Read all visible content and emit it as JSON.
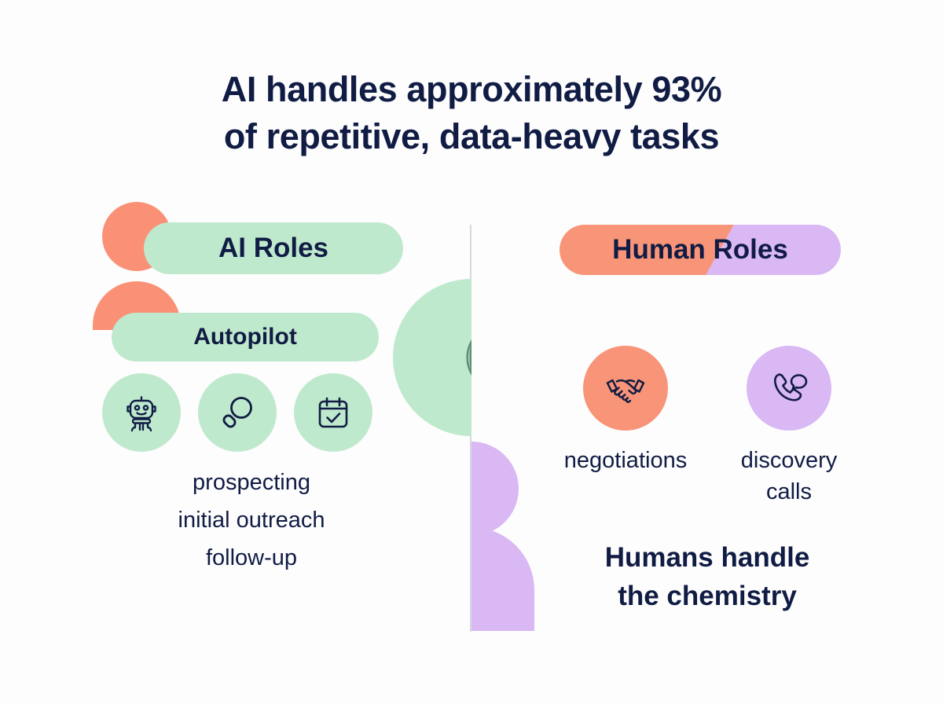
{
  "title": {
    "line1": "AI handles approximately 93%",
    "line2": "of repetitive, data-heavy tasks"
  },
  "colors": {
    "background": "#fdfdfe",
    "text_navy": "#111c44",
    "green": "#bfe9cd",
    "coral": "#f89477",
    "lavender": "#d9b8f3",
    "divider": "#d6d8de"
  },
  "left": {
    "header_label": "AI Roles",
    "mode_label": "Autopilot",
    "icons": [
      {
        "name": "robot-icon"
      },
      {
        "name": "magnifier-icon"
      },
      {
        "name": "calendar-check-icon"
      }
    ],
    "tasks": [
      "prospecting",
      "initial outreach",
      "follow-up"
    ]
  },
  "right": {
    "header_label": "Human Roles",
    "items": [
      {
        "icon": "handshake-icon",
        "caption": "negotiations"
      },
      {
        "icon": "phone-chat-icon",
        "caption_line1": "discovery",
        "caption_line2": "calls"
      }
    ],
    "closing_line1": "Humans handle",
    "closing_line2": "the chemistry"
  },
  "center": {
    "ripple_icon": "signal-ripple-icon",
    "person_icon": "person-silhouette-icon"
  }
}
